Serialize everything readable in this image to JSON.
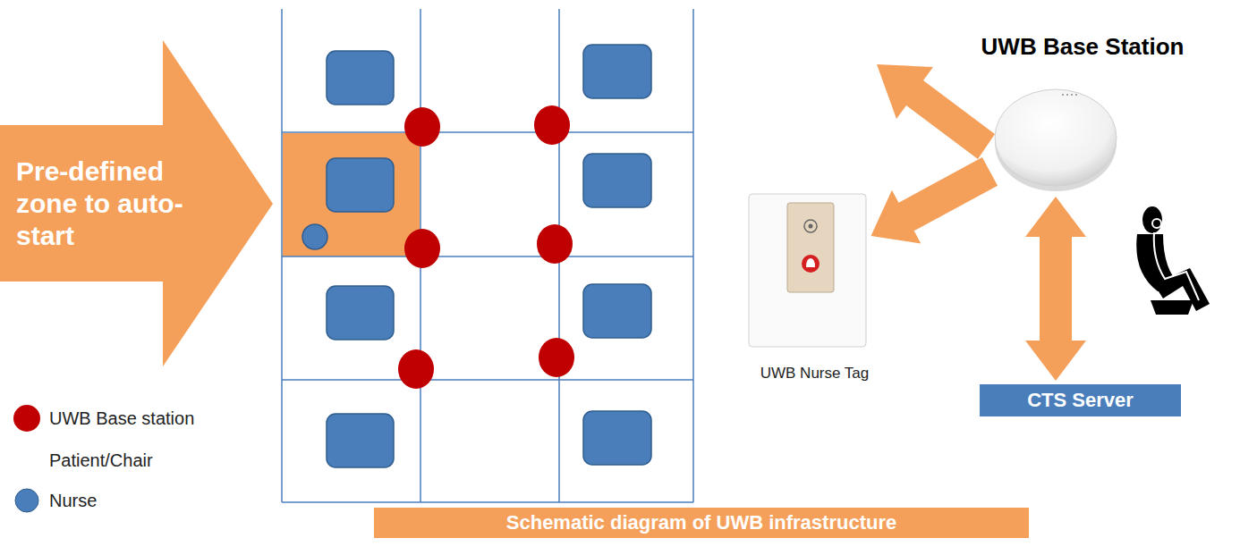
{
  "diagram": {
    "caption": "Schematic diagram of UWB infrastructure",
    "nodes": [
      {
        "text": [
          "Pre-defined zone to auto-start"
        ]
      },
      {
        "text": [
          "UWB Base Station"
        ]
      },
      {
        "text": [
          "UWB Nurse Tag"
        ]
      },
      {
        "text": [
          "CTS Server"
        ]
      }
    ],
    "edges": [
      {
        "from": 1,
        "to": 2,
        "arrow": "to"
      },
      {
        "from": 1,
        "to": 3,
        "arrow": "both"
      }
    ],
    "legend": [
      {
        "text": "UWB Base station",
        "color": "#c00000"
      },
      {
        "text": "Patient/Chair"
      },
      {
        "text": "Nurse",
        "color": "#4a7ebb"
      }
    ]
  }
}
